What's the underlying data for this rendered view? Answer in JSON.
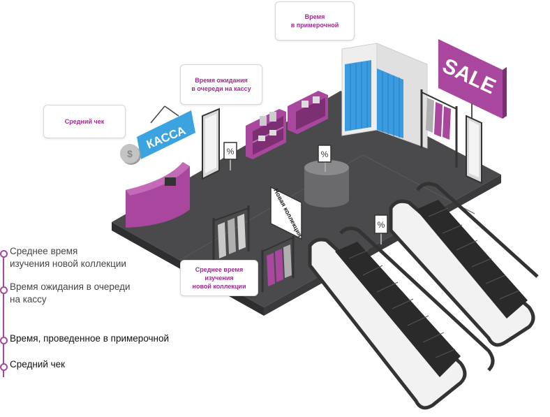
{
  "callouts": {
    "fitting_room": "Время\nв примерочной",
    "queue_wait": "Время ожидания\nв очереди на кассу",
    "average_check": "Средний чек",
    "new_collection_time": "Среднее время\nизучения\nновой коллекции"
  },
  "signs": {
    "cashier": "КАССА",
    "sale": "SALE",
    "new_collection": "Новая коллекция",
    "percent": "%"
  },
  "legend": {
    "items": [
      "Среднее время\nизучения новой коллекции",
      "Время ожидания в очереди\nна кассу",
      "Время, проведенное в примерочной",
      "Средний чек"
    ]
  },
  "colors": {
    "accent": "#a8479d",
    "callout_text": "#a02c8e",
    "floor": "#4a4a4c",
    "floor_side": "#2e2e30",
    "sign_blue": "#3aa3e0"
  }
}
